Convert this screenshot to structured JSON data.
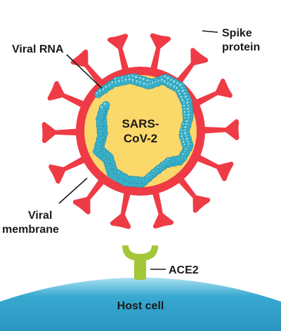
{
  "labels": {
    "viral_rna": "Viral RNA",
    "spike_line1": "Spike",
    "spike_line2": "protein",
    "virus_line1": "SARS-",
    "virus_line2": "CoV-2",
    "membrane_line1": "Viral",
    "membrane_line2": "membrane",
    "ace2": "ACE2",
    "host_cell": "Host cell"
  },
  "colors": {
    "spike": "#ee3b45",
    "membrane": "#ee3b45",
    "interior": "#fbd86a",
    "rna": "#3bb4cc",
    "rna_highlight": "#8fdcec",
    "ace2": "#a4c639",
    "host_cell": "#38a9d1",
    "host_cell_light": "#a9e0f0"
  }
}
